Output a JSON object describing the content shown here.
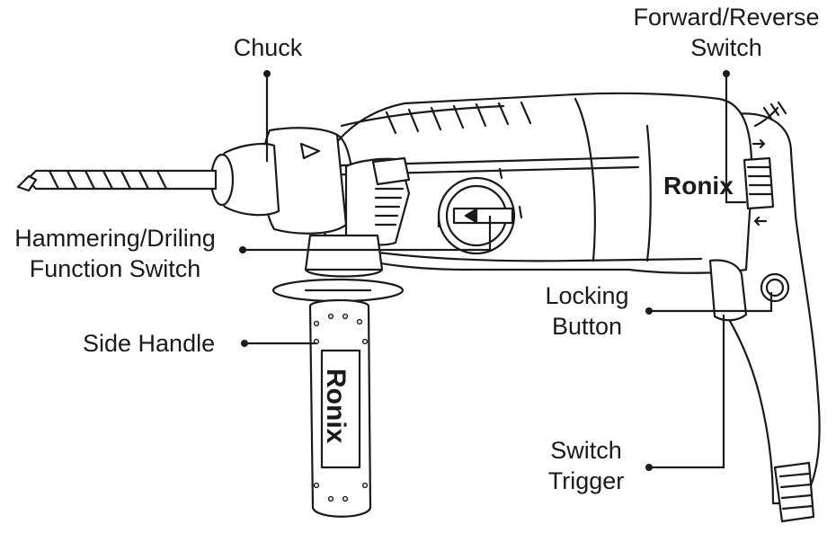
{
  "labels": {
    "chuck": "Chuck",
    "forward_reverse_switch": [
      "Forward/Reverse",
      "Switch"
    ],
    "hammering_drilling_switch": [
      "Hammering/Driling",
      "Function Switch"
    ],
    "side_handle": "Side Handle",
    "locking_button": [
      "Locking",
      "Button"
    ],
    "switch_trigger": [
      "Switch",
      "Trigger"
    ]
  },
  "brand": {
    "body_logo": "Ronix",
    "handle_logo": "Ronix"
  },
  "colors": {
    "line": "#1a1a1a",
    "fill": "#ffffff"
  }
}
